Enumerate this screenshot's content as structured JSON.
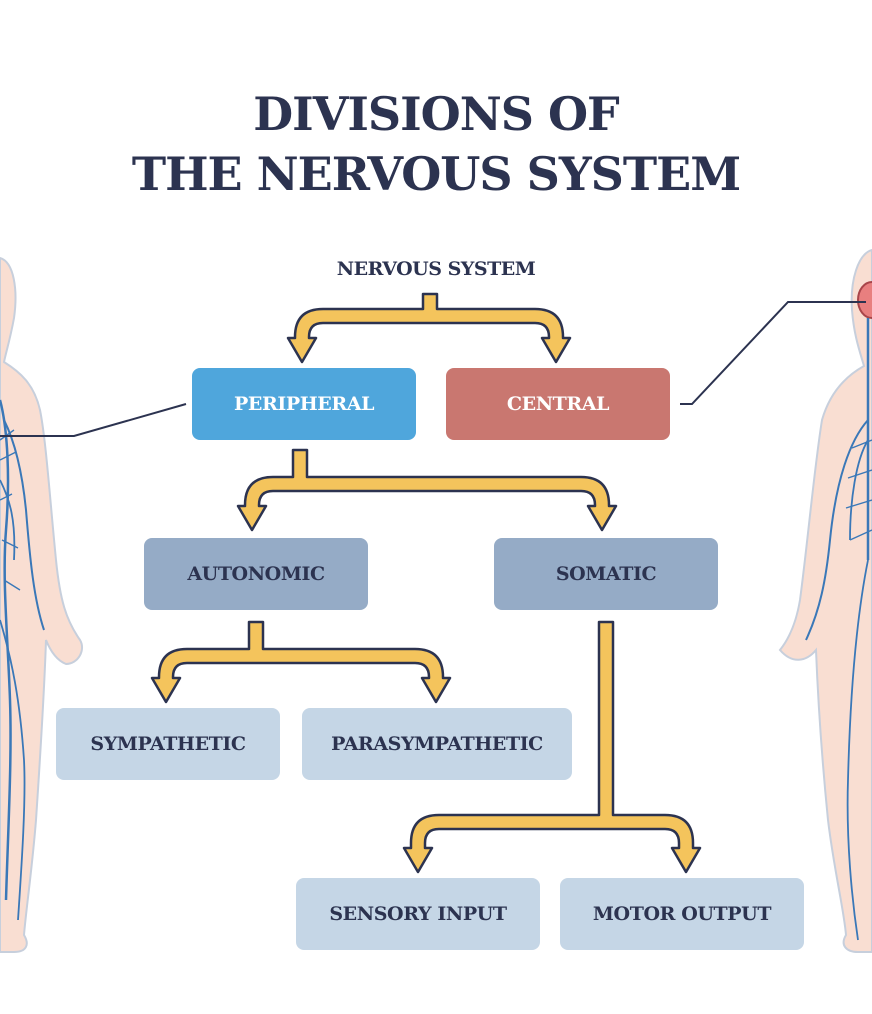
{
  "title": {
    "line1": "DIVISIONS OF",
    "line2": "THE NERVOUS SYSTEM"
  },
  "root": "NERVOUS SYSTEM",
  "nodes": {
    "peripheral": "PERIPHERAL",
    "central": "CENTRAL",
    "autonomic": "AUTONOMIC",
    "somatic": "SOMATIC",
    "sympathetic": "SYMPATHETIC",
    "parasympathetic": "PARASYMPATHETIC",
    "sensory_input": "SENSORY INPUT",
    "motor_output": "MOTOR OUTPUT"
  },
  "colors": {
    "title": "#2c3350",
    "peripheral": "#4fa6dc",
    "central": "#c97770",
    "level2": "#95abc6",
    "level3": "#c5d6e6",
    "arrow_fill": "#f4c45c",
    "arrow_outline": "#2c3350",
    "body_fill": "#f9ded2",
    "body_outline": "#c7cfdc",
    "nerve": "#3a78b8",
    "brain": "#e87f7f"
  },
  "icons": {
    "left_figure": "human-body-peripheral-nerves-icon",
    "right_figure": "human-body-central-nervous-system-icon"
  }
}
